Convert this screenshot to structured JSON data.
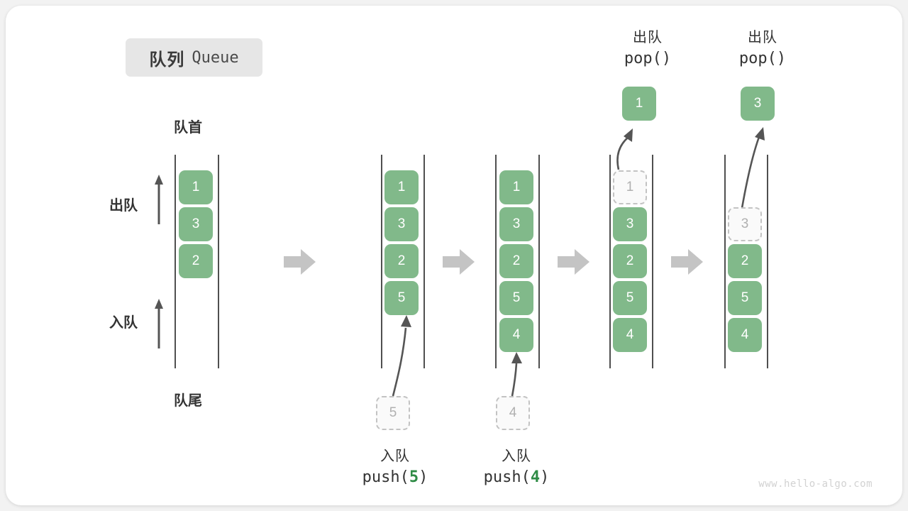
{
  "title": {
    "cn": "队列",
    "en": "Queue"
  },
  "labels": {
    "head": "队首",
    "tail": "队尾",
    "dequeue": "出队",
    "enqueue": "入队"
  },
  "watermark": "www.hello-algo.com",
  "colors": {
    "element": "#81b98a",
    "ghost_fill": "#fafafa",
    "ghost_border": "#c3c3c3",
    "rail": "#4f4f4f",
    "arrow": "#555555",
    "block_arrow": "#c4c4c4",
    "badge_bg": "#e6e6e6",
    "arg_green": "#2e8b45",
    "watermark": "#d2d2d2"
  },
  "columns": [
    {
      "id": "initial",
      "items": [
        "1",
        "3",
        "2"
      ],
      "ghost_index": null,
      "op_title": "",
      "op_call": "",
      "op_arg": ""
    },
    {
      "id": "push5",
      "items": [
        "1",
        "3",
        "2",
        "5"
      ],
      "ghost_index": null,
      "op_title": "入队",
      "op_call_prefix": "push(",
      "op_arg": "5",
      "op_call_suffix": ")",
      "incoming_value": "5"
    },
    {
      "id": "push4",
      "items": [
        "1",
        "3",
        "2",
        "5",
        "4"
      ],
      "ghost_index": null,
      "op_title": "入队",
      "op_call_prefix": "push(",
      "op_arg": "4",
      "op_call_suffix": ")",
      "incoming_value": "4"
    },
    {
      "id": "pop1",
      "items": [
        "1",
        "3",
        "2",
        "5",
        "4"
      ],
      "ghost_index": 0,
      "op_title": "出队",
      "op_call": "pop()",
      "popped_value": "1"
    },
    {
      "id": "pop3",
      "items": [
        "3",
        "2",
        "5",
        "4"
      ],
      "ghost_index": 0,
      "op_title": "出队",
      "op_call": "pop()",
      "popped_value": "3"
    }
  ]
}
